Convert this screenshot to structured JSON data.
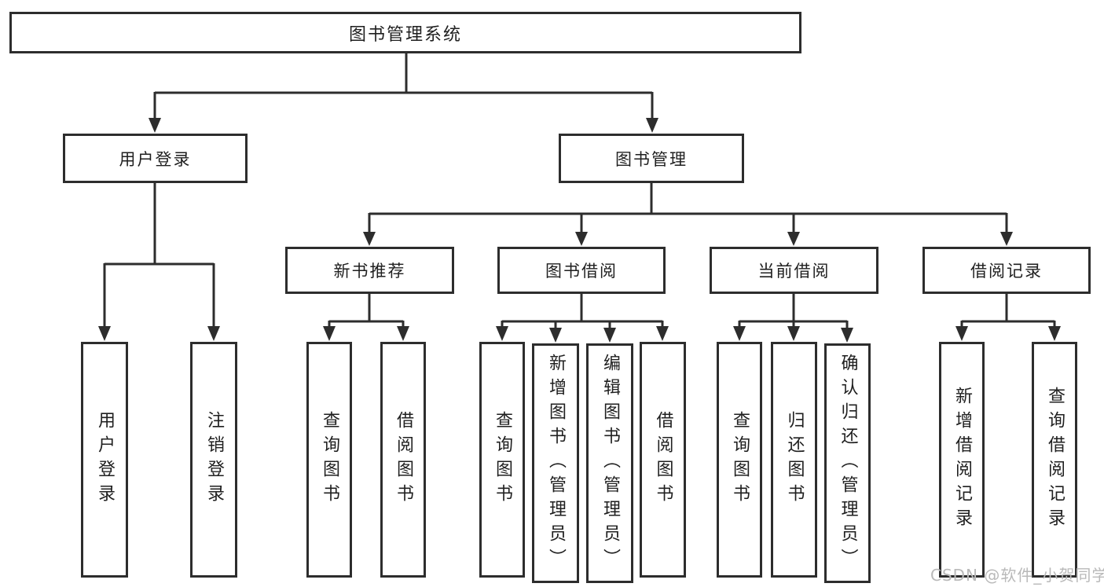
{
  "diagram": {
    "title": "图书管理系统",
    "level1": [
      {
        "label": "用户登录"
      },
      {
        "label": "图书管理"
      }
    ],
    "level2": [
      {
        "label": "新书推荐",
        "parent": "图书管理"
      },
      {
        "label": "图书借阅",
        "parent": "图书管理"
      },
      {
        "label": "当前借阅",
        "parent": "图书管理"
      },
      {
        "label": "借阅记录",
        "parent": "图书管理"
      }
    ],
    "leaves": [
      {
        "label": "用户登录",
        "parent": "用户登录"
      },
      {
        "label": "注销登录",
        "parent": "用户登录"
      },
      {
        "label": "查询图书",
        "parent": "新书推荐"
      },
      {
        "label": "借阅图书",
        "parent": "新书推荐"
      },
      {
        "label": "查询图书",
        "parent": "图书借阅"
      },
      {
        "label": "新增图书（管理员）",
        "parent": "图书借阅"
      },
      {
        "label": "编辑图书（管理员）",
        "parent": "图书借阅"
      },
      {
        "label": "借阅图书",
        "parent": "图书借阅"
      },
      {
        "label": "查询图书",
        "parent": "当前借阅"
      },
      {
        "label": "归还图书",
        "parent": "当前借阅"
      },
      {
        "label": "确认归还（管理员）",
        "parent": "当前借阅"
      },
      {
        "label": "新增借阅记录",
        "parent": "借阅记录"
      },
      {
        "label": "查询借阅记录",
        "parent": "借阅记录"
      }
    ],
    "watermark": "CSDN @软件_小贺同学",
    "colors": {
      "line": "#2d2d2d",
      "text": "#1f1f1f",
      "watermark": "#b9b9b9",
      "background": "#ffffff"
    }
  }
}
